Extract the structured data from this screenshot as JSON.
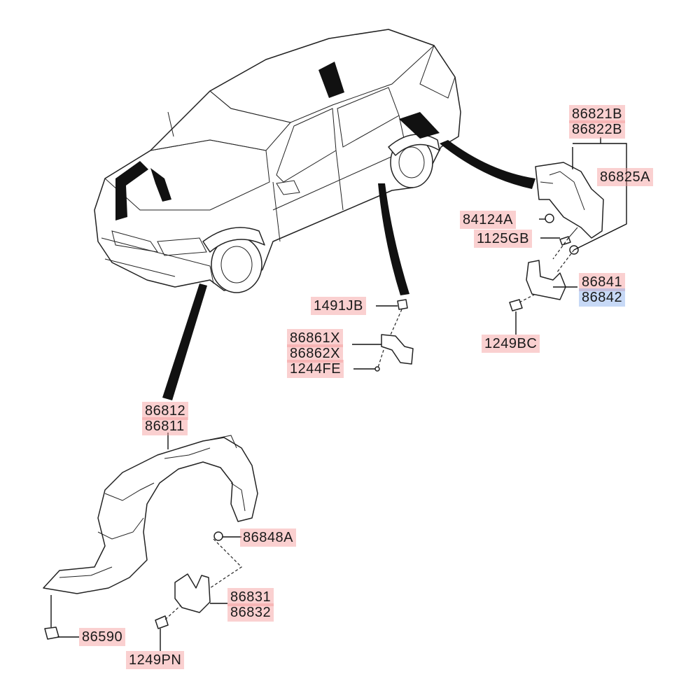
{
  "labels": {
    "p86821B": "86821B",
    "p86822B": "86822B",
    "p86825A": "86825A",
    "p84124A": "84124A",
    "p1125GB": "1125GB",
    "p86841": "86841",
    "p86842": "86842",
    "p1249BC": "1249BC",
    "p1491JB": "1491JB",
    "p86861X": "86861X",
    "p86862X": "86862X",
    "p1244FE": "1244FE",
    "p86812": "86812",
    "p86811": "86811",
    "p86848A": "86848A",
    "p86831": "86831",
    "p86832": "86832",
    "p86590": "86590",
    "p1249PN": "1249PN"
  },
  "highlight": {
    "normal": "#f4a0a0",
    "selected": "#9bbcec"
  },
  "selected_part": "86842"
}
